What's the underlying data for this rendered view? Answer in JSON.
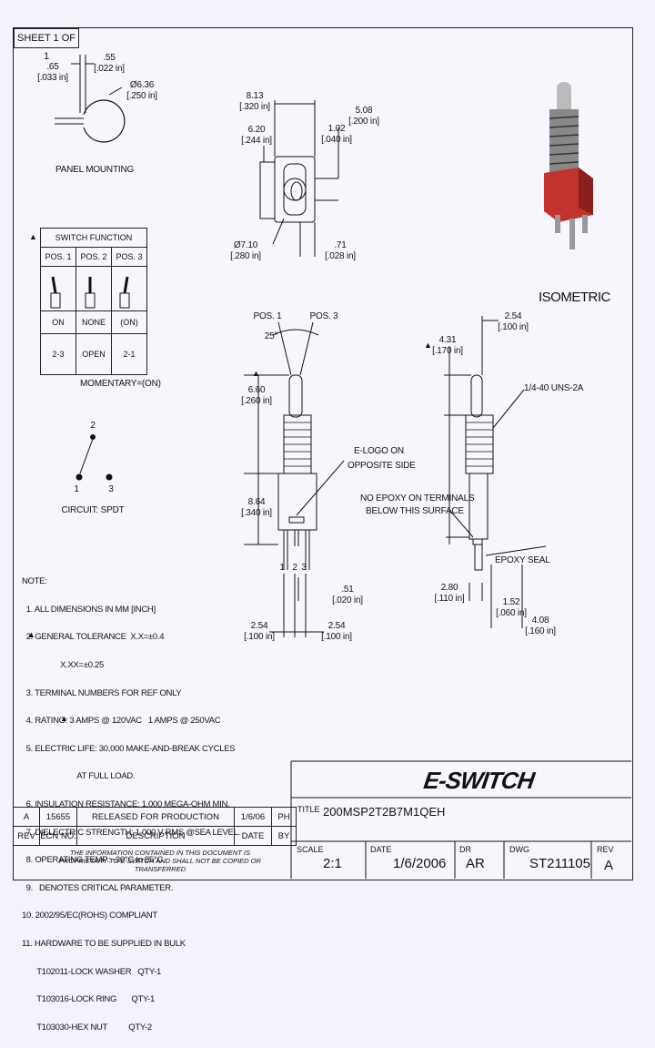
{
  "sheet": {
    "label": "SHEET 1 OF 1"
  },
  "panel": {
    "d1_mm": ".65",
    "d1_in": "[.033 in]",
    "d2_mm": ".55",
    "d2_in": "[.022 in]",
    "d3_mm": "Ø6.36",
    "d3_in": "[.250 in]",
    "caption": "PANEL MOUNTING"
  },
  "top_view": {
    "a_mm": "8.13",
    "a_in": "[.320 in]",
    "b_mm": "6.20",
    "b_in": "[.244 in]",
    "c_mm": "5.08",
    "c_in": "[.200 in]",
    "d_mm": "1.02",
    "d_in": "[.040 in]",
    "e_mm": "Ø7.10",
    "e_in": "[.280 in]",
    "f_mm": ".71",
    "f_in": "[.028 in]"
  },
  "iso_label": "ISOMETRIC",
  "switch_function": {
    "title": "SWITCH FUNCTION",
    "headers": [
      "POS. 1",
      "POS. 2",
      "POS. 3"
    ],
    "state": [
      "ON",
      "NONE",
      "(ON)"
    ],
    "conn": [
      "2-3",
      "OPEN",
      "2-1"
    ],
    "footer": "MOMENTARY=(ON)"
  },
  "circuit": {
    "t2": "2",
    "t1": "1",
    "t3": "3",
    "caption": "CIRCUIT: SPDT"
  },
  "front_view": {
    "pos1": "POS. 1",
    "pos3": "POS. 3",
    "angle": "25°",
    "h1_mm": "6.60",
    "h1_in": "[.260 in]",
    "h2_mm": "8.64",
    "h2_in": "[.340 in]",
    "logo_note1": "E-LOGO ON",
    "logo_note2": "OPPOSITE SIDE",
    "pin1": "1",
    "pin2": "2",
    "pin3": "3",
    "w1_mm": ".51",
    "w1_in": "[.020 in]",
    "p1_mm": "2.54",
    "p1_in": "[.100 in]",
    "p2_mm": "2.54",
    "p2_in": "[.100 in]"
  },
  "side_view": {
    "s1_mm": "2.54",
    "s1_in": "[.100 in]",
    "s2_mm": "4.31",
    "s2_in": "[.170 in]",
    "thread": "1/4-40 UNS-2A",
    "epoxy1": "NO EPOXY ON TERMINALS",
    "epoxy2": "BELOW THIS SURFACE",
    "seal": "EPOXY SEAL",
    "s3_mm": "2.80",
    "s3_in": "[.110 in]",
    "s4_mm": "1.52",
    "s4_in": "[.060 in]",
    "s5_mm": "4.08",
    "s5_in": "[.160 in]"
  },
  "notes": [
    "NOTE:",
    "  1. ALL DIMENSIONS IN MM [INCH]",
    "  2. GENERAL TOLERANCE  X.X=±0.4",
    "                  X.XX=±0.25",
    "  3. TERMINAL NUMBERS FOR REF ONLY",
    "  4. RATING: 3 AMPS @ 120VAC   1 AMPS @ 250VAC",
    "  5. ELECTRIC LIFE: 30,000 MAKE-AND-BREAK CYCLES",
    "                          AT FULL LOAD.",
    "  6. INSULATION RESISTANCE: 1,000 MEGA-OHM MIN.",
    "  7. DIELECTRIC STRENGTH: 1,000 V RMS @SEA LEVEL.",
    "  8. OPERATING TEMP.: -30°C to 85°C",
    "  9.   DENOTES CRITICAL PARAMETER.",
    "10. 2002/95/EC(ROHS) COMPLIANT",
    "11. HARDWARE TO BE SUPPLIED IN BULK",
    "       T102011-LOCK WASHER   QTY-1",
    "       T103016-LOCK RING       QTY-1",
    "       T103030-HEX NUT          QTY-2"
  ],
  "revision": {
    "row": [
      "A",
      "15655",
      "RELEASED FOR PRODUCTION",
      "1/6/06",
      "PH"
    ],
    "headers": [
      "REV",
      "ECN NO.",
      "DESCRIPTION",
      "DATE",
      "BY"
    ]
  },
  "proprietary": "THE INFORMATION CONTAINED IN THIS DOCUMENT IS PROPRIETARY TO E-SWITCH AND SHALL NOT BE COPIED OR TRANSFERRED",
  "title_block": {
    "logo": "E-SWITCH",
    "title_label": "TITLE",
    "title": "200MSP2T2B7M1QEH",
    "scale_label": "SCALE",
    "scale": "2:1",
    "date_label": "DATE",
    "date": "1/6/2006",
    "dr_label": "DR",
    "dr": "AR",
    "dwg_label": "DWG",
    "dwg": "ST211105",
    "rev_label": "REV",
    "rev": "A"
  }
}
